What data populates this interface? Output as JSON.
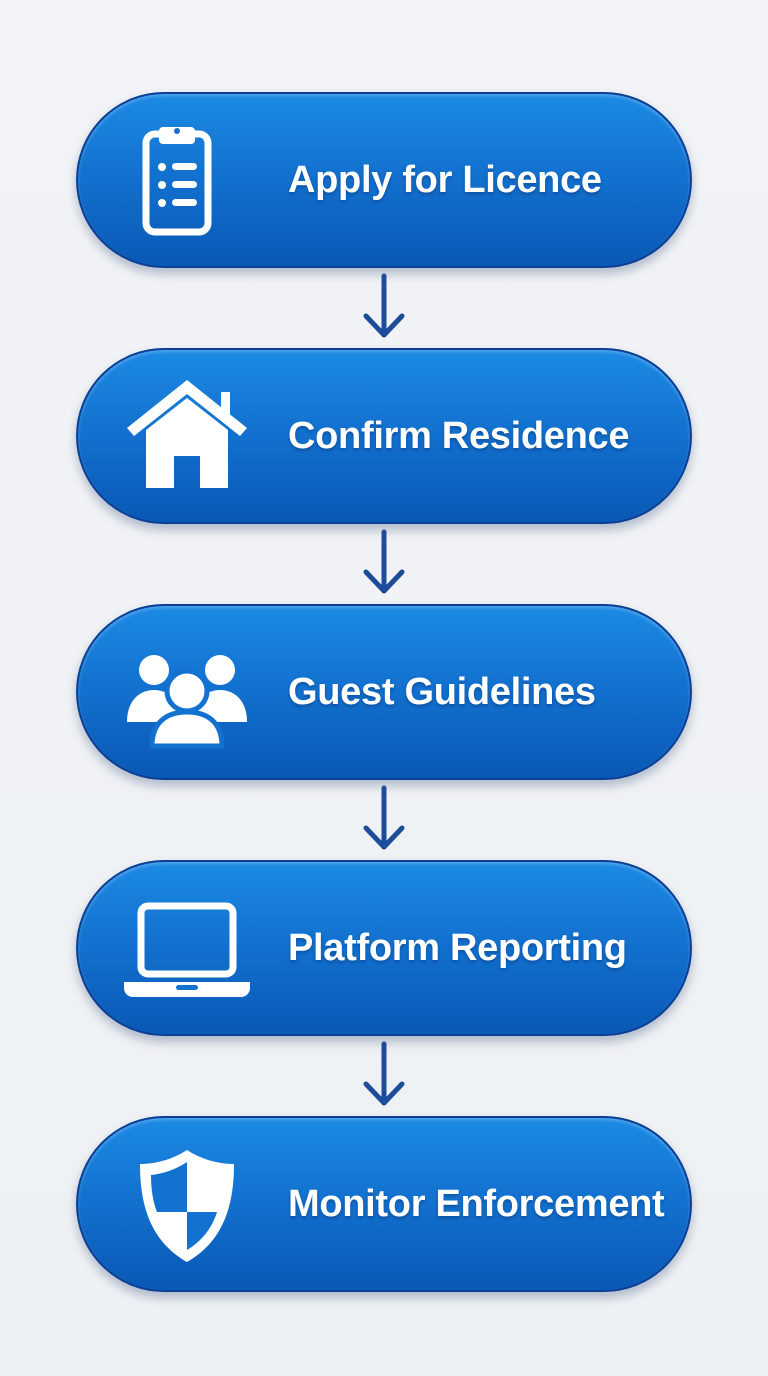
{
  "diagram": {
    "type": "vertical-flow",
    "accent_color": "#1372d0",
    "border_color": "#0b3f95",
    "arrow_color": "#1c4c9a",
    "steps": [
      {
        "label": "Apply for Licence",
        "icon": "clipboard-icon"
      },
      {
        "label": "Confirm Residence",
        "icon": "house-icon"
      },
      {
        "label": "Guest Guidelines",
        "icon": "people-icon"
      },
      {
        "label": "Platform Reporting",
        "icon": "laptop-icon"
      },
      {
        "label": "Monitor Enforcement",
        "icon": "shield-icon"
      }
    ]
  }
}
